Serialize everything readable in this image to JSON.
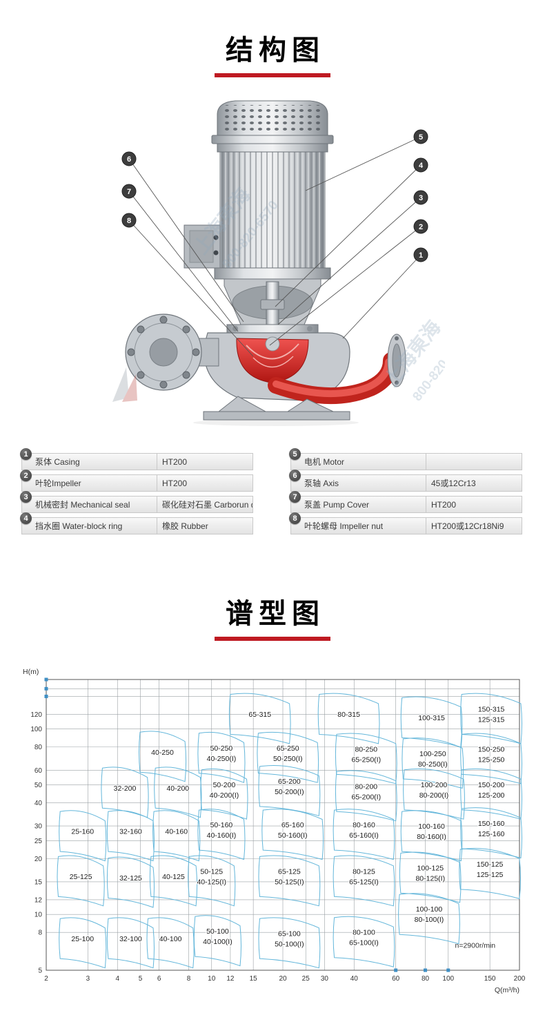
{
  "structure": {
    "title": "结构图",
    "watermark": {
      "line1": "上海東海",
      "line2": "800-820-6570"
    },
    "callouts_left": [
      "6",
      "7",
      "8"
    ],
    "callouts_right": [
      "5",
      "4",
      "3",
      "2",
      "1"
    ],
    "parts_left": [
      {
        "num": "1",
        "name": "泵体 Casing",
        "material": "HT200"
      },
      {
        "num": "2",
        "name": "叶轮Impeller",
        "material": "HT200"
      },
      {
        "num": "3",
        "name": "机械密封 Mechanical seal",
        "material": "碳化硅对石墨 Carborun dum"
      },
      {
        "num": "4",
        "name": "挡水圈 Water-block ring",
        "material": "橡胶 Rubber"
      }
    ],
    "parts_right": [
      {
        "num": "5",
        "name": "电机 Motor",
        "material": ""
      },
      {
        "num": "6",
        "name": "泵轴 Axis",
        "material": "45或12Cr13"
      },
      {
        "num": "7",
        "name": "泵盖 Pump Cover",
        "material": "HT200"
      },
      {
        "num": "8",
        "name": "叶轮螺母 Impeller nut",
        "material": "HT200或12Cr18Ni9"
      }
    ]
  },
  "spectrum": {
    "title": "谱型图",
    "chart_data": {
      "type": "area",
      "title": "谱型图",
      "xlabel": "Q(m³/h)",
      "ylabel": "H(m)",
      "x_scale": "log",
      "y_scale": "log",
      "xlim": [
        2,
        200
      ],
      "ylim": [
        5,
        185
      ],
      "x_ticks": [
        2,
        3,
        4,
        5,
        6,
        8,
        10,
        12,
        15,
        20,
        25,
        30,
        40,
        60,
        80,
        100,
        150,
        200
      ],
      "y_ticks": [
        5,
        8,
        10,
        12,
        15,
        20,
        25,
        30,
        40,
        50,
        60,
        80,
        100,
        120
      ],
      "extra_gridlines_h": [
        150,
        165
      ],
      "axis_marker_q": [
        60,
        80,
        100
      ],
      "note": "n=2900r/min",
      "note_pos": {
        "q": 130,
        "h": 6.6
      },
      "line_color": "#63b6da",
      "regions": [
        {
          "labels": [
            "65-315"
          ],
          "q": 16,
          "h": 120
        },
        {
          "labels": [
            "80-315"
          ],
          "q": 38,
          "h": 120
        },
        {
          "labels": [
            "100-315"
          ],
          "q": 85,
          "h": 115
        },
        {
          "labels": [
            "150-315",
            "125-315"
          ],
          "q": 152,
          "h": 120
        },
        {
          "labels": [
            "40-250"
          ],
          "q": 6.2,
          "h": 75
        },
        {
          "labels": [
            "50-250",
            "40-250(I)"
          ],
          "q": 11,
          "h": 74
        },
        {
          "labels": [
            "65-250",
            "50-250(I)"
          ],
          "q": 21,
          "h": 74
        },
        {
          "labels": [
            "80-250",
            "65-250(I)"
          ],
          "q": 45,
          "h": 73
        },
        {
          "labels": [
            "100-250",
            "80-250(I)"
          ],
          "q": 86,
          "h": 69
        },
        {
          "labels": [
            "150-250",
            "125-250"
          ],
          "q": 152,
          "h": 73
        },
        {
          "labels": [
            "32-200"
          ],
          "q": 4.3,
          "h": 48
        },
        {
          "labels": [
            "40-200"
          ],
          "q": 7.2,
          "h": 48
        },
        {
          "labels": [
            "50-200",
            "40-200(I)"
          ],
          "q": 11.3,
          "h": 47
        },
        {
          "labels": [
            "65-200",
            "50-200(I)"
          ],
          "q": 21.3,
          "h": 49
        },
        {
          "labels": [
            "80-200",
            "65-200(I)"
          ],
          "q": 45,
          "h": 46
        },
        {
          "labels": [
            "100-200",
            "80-200(I)"
          ],
          "q": 87,
          "h": 47
        },
        {
          "labels": [
            "150-200",
            "125-200"
          ],
          "q": 152,
          "h": 47
        },
        {
          "labels": [
            "25-160"
          ],
          "q": 2.85,
          "h": 28
        },
        {
          "labels": [
            "32-160"
          ],
          "q": 4.55,
          "h": 28
        },
        {
          "labels": [
            "40-160"
          ],
          "q": 7.1,
          "h": 28
        },
        {
          "labels": [
            "50-160",
            "40-160(I)"
          ],
          "q": 11,
          "h": 28.5
        },
        {
          "labels": [
            "65-160",
            "50-160(I)"
          ],
          "q": 22,
          "h": 28.5
        },
        {
          "labels": [
            "80-160",
            "65-160(I)"
          ],
          "q": 44,
          "h": 28.5
        },
        {
          "labels": [
            "100-160",
            "80-160(I)"
          ],
          "q": 85,
          "h": 28
        },
        {
          "labels": [
            "150-160",
            "125-160"
          ],
          "q": 152,
          "h": 29
        },
        {
          "labels": [
            "25-125"
          ],
          "q": 2.8,
          "h": 16
        },
        {
          "labels": [
            "32-125"
          ],
          "q": 4.55,
          "h": 15.7
        },
        {
          "labels": [
            "40-125"
          ],
          "q": 6.9,
          "h": 16
        },
        {
          "labels": [
            "50-125",
            "40-125(I)"
          ],
          "q": 10,
          "h": 16
        },
        {
          "labels": [
            "65-125",
            "50-125(I)"
          ],
          "q": 21.3,
          "h": 16
        },
        {
          "labels": [
            "80-125",
            "65-125(I)"
          ],
          "q": 44,
          "h": 16
        },
        {
          "labels": [
            "100-125",
            "80-125(I)"
          ],
          "q": 84,
          "h": 16.7
        },
        {
          "labels": [
            "150-125",
            "125-125"
          ],
          "q": 150,
          "h": 17.5
        },
        {
          "labels": [
            "25-100"
          ],
          "q": 2.85,
          "h": 7.4
        },
        {
          "labels": [
            "32-100"
          ],
          "q": 4.55,
          "h": 7.4
        },
        {
          "labels": [
            "40-100"
          ],
          "q": 6.7,
          "h": 7.4
        },
        {
          "labels": [
            "50-100",
            "40-100(I)"
          ],
          "q": 10.6,
          "h": 7.6
        },
        {
          "labels": [
            "65-100",
            "50-100(I)"
          ],
          "q": 21.3,
          "h": 7.4
        },
        {
          "labels": [
            "80-100",
            "65-100(I)"
          ],
          "q": 44,
          "h": 7.5
        },
        {
          "labels": [
            "100-100",
            "80-100(I)"
          ],
          "q": 83,
          "h": 10
        }
      ]
    }
  }
}
